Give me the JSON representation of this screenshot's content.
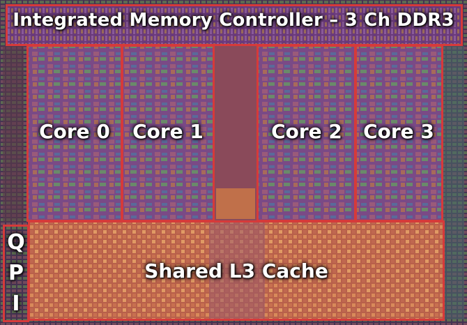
{
  "regions": {
    "imc": {
      "label": "Integrated Memory Controller – 3 Ch DDR3"
    },
    "cores": [
      {
        "label": "Core 0"
      },
      {
        "label": "Core 1"
      },
      {
        "label": "Core 2"
      },
      {
        "label": "Core 3"
      }
    ],
    "l3": {
      "label": "Shared L3 Cache"
    },
    "qpi": {
      "letters": [
        "Q",
        "P",
        "I"
      ]
    }
  },
  "colors": {
    "outline": "#d63a3a",
    "label_text": "#ffffff",
    "die_base": "#3a2440",
    "cache_tint": "#c86a4a",
    "core_tint": "#8a4a9a"
  }
}
